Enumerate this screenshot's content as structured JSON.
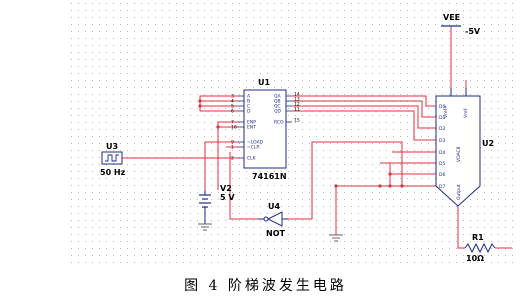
{
  "caption": "图 4 阶梯波发生电路",
  "components": {
    "vee": {
      "name": "VEE",
      "value": "-5V"
    },
    "u1": {
      "name": "U1",
      "part": "74161N",
      "left_pins": [
        {
          "num": "3",
          "label": "A"
        },
        {
          "num": "4",
          "label": "B"
        },
        {
          "num": "5",
          "label": "C"
        },
        {
          "num": "6",
          "label": "D"
        },
        {
          "num": "7",
          "label": "ENP"
        },
        {
          "num": "10",
          "label": "ENT"
        },
        {
          "num": "9",
          "label": "~LOAD"
        },
        {
          "num": "1",
          "label": "~CLR"
        },
        {
          "num": "2",
          "label": "CLK"
        }
      ],
      "right_pins": [
        {
          "num": "14",
          "label": "QA"
        },
        {
          "num": "13",
          "label": "QB"
        },
        {
          "num": "12",
          "label": "QC"
        },
        {
          "num": "11",
          "label": "QD"
        },
        {
          "num": "15",
          "label": "RCO"
        }
      ]
    },
    "u2": {
      "name": "U2",
      "inputs": [
        "D0",
        "D1",
        "D2",
        "D3",
        "D4",
        "D5",
        "D6",
        "D7"
      ],
      "top_labels": [
        "Vref+",
        "Vref-"
      ],
      "side_label": "VDAC8",
      "bottom_label": "Output"
    },
    "u3": {
      "name": "U3",
      "value": "50 Hz"
    },
    "u4": {
      "name": "U4",
      "value": "NOT"
    },
    "v2": {
      "name": "V2",
      "value": "5 V"
    },
    "r1": {
      "name": "R1",
      "value": "10Ω"
    }
  },
  "colors": {
    "wire": "#e0303f",
    "component": "#1f2a8a",
    "ground": "#555555",
    "label": "#000000"
  }
}
